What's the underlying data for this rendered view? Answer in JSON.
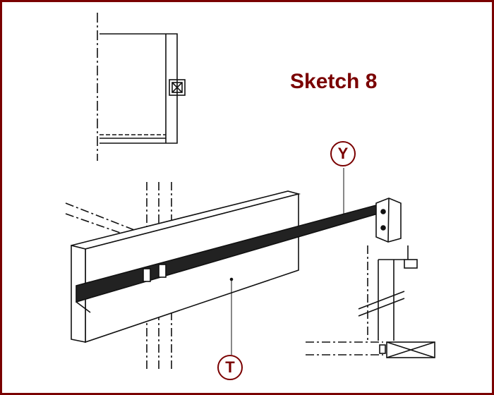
{
  "title": "Sketch 8",
  "callouts": {
    "y": "Y",
    "t": "T"
  },
  "colors": {
    "accent": "#7a0000",
    "ink": "#111111"
  }
}
